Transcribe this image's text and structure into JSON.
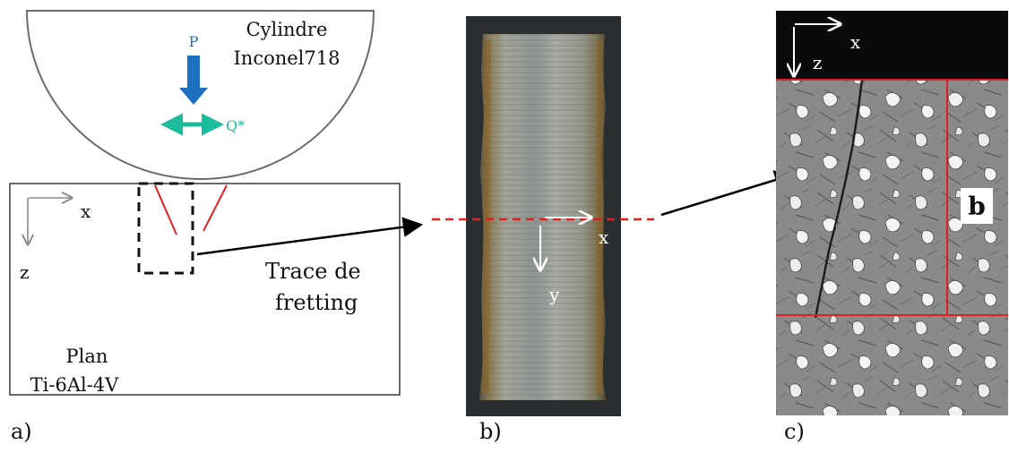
{
  "panel_a": {
    "label": "a)",
    "cylinder_label_line1": "Cylindre",
    "cylinder_label_line2": "Inconel718",
    "force_p": "P",
    "force_q": "Q*",
    "axis_x": "x",
    "axis_z": "z",
    "trace_line1": "Trace de",
    "trace_line2": "fretting",
    "plane_label_line1": "Plan",
    "plane_label_line2": "Ti-6Al-4V"
  },
  "panel_b": {
    "label": "b)",
    "axis_x": "x",
    "axis_y": "y"
  },
  "panel_c": {
    "label": "c)",
    "axis_x": "x",
    "axis_z": "z",
    "depth_label": "b"
  },
  "colors": {
    "force_p": "#1f6fbf",
    "force_q": "#1abc9c",
    "crack_lines": "#e02020",
    "section_line": "#e02020",
    "grid_lines_c": "#e02020"
  }
}
